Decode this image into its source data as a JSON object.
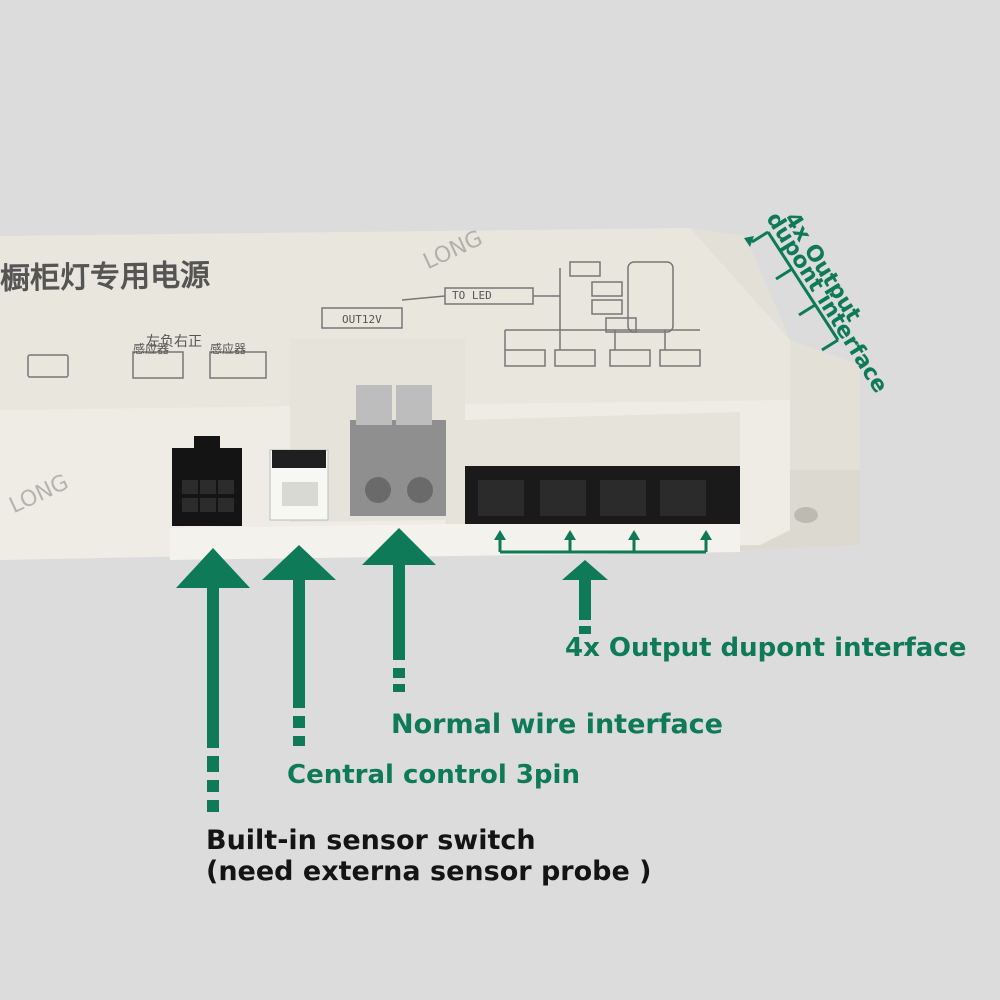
{
  "colors": {
    "background": "#dcdcdc",
    "housing": "#ece9e1",
    "accent_green": "#0e7a57",
    "connector_black": "#1b1b1b",
    "terminal_grey": "#8e8e8e"
  },
  "device": {
    "title_cn": "橱柜灯专用电源",
    "sensor_note_cn": "左负右正",
    "sensor_label_1_cn": "感应器",
    "sensor_label_2_cn": "感应器",
    "out12v": "OUT12V",
    "to_led": "TO LED"
  },
  "watermarks": [
    "LONG",
    "LONG"
  ],
  "labels": {
    "top_right_line1": "4x Output",
    "top_right_line2": "dupont interface",
    "output_dupont": "4x Output dupont interface",
    "normal_wire": "Normal wire interface",
    "central_control": "Central control 3pin",
    "sensor_line1": "Built-in sensor switch",
    "sensor_line2": "(need externa sensor probe )"
  }
}
